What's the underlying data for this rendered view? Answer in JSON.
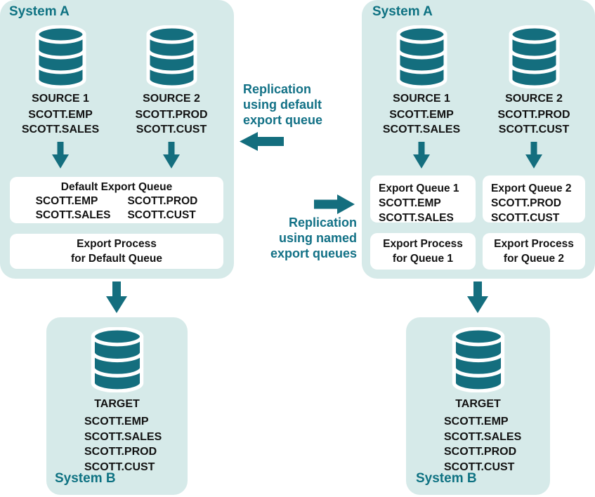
{
  "colors": {
    "panel_background": "#d6eae9",
    "shape_teal": "#146e7e",
    "heading_teal": "#0e7282",
    "caption_teal": "#127186",
    "body_text": "#121212",
    "box_background": "#ffffff"
  },
  "left_system_a": {
    "title": "System A",
    "sources": [
      {
        "label": "SOURCE 1",
        "tables": "SCOTT.EMP\nSCOTT.SALES"
      },
      {
        "label": "SOURCE 2",
        "tables": "SCOTT.PROD\nSCOTT.CUST"
      }
    ],
    "default_queue": {
      "title": "Default Export Queue",
      "col1": "SCOTT.EMP\nSCOTT.SALES",
      "col2": "SCOTT.PROD\nSCOTT.CUST"
    },
    "process": "Export Process\nfor Default Queue"
  },
  "left_system_b": {
    "title": "System B",
    "target_label": "TARGET",
    "tables": "SCOTT.EMP\nSCOTT.SALES\nSCOTT.PROD\nSCOTT.CUST"
  },
  "captions": {
    "default": "Replication\nusing default\nexport queue",
    "named": "Replication\nusing named\nexport queues"
  },
  "right_system_a": {
    "title": "System A",
    "sources": [
      {
        "label": "SOURCE 1",
        "tables": "SCOTT.EMP\nSCOTT.SALES"
      },
      {
        "label": "SOURCE 2",
        "tables": "SCOTT.PROD\nSCOTT.CUST"
      }
    ],
    "queue1": "Export Queue 1\nSCOTT.EMP\nSCOTT.SALES",
    "queue2": "Export Queue 2\nSCOTT.PROD\nSCOTT.CUST",
    "process1": "Export Process\nfor Queue 1",
    "process2": "Export Process\nfor Queue 2"
  },
  "right_system_b": {
    "title": "System B",
    "target_label": "TARGET",
    "tables": "SCOTT.EMP\nSCOTT.SALES\nSCOTT.PROD\nSCOTT.CUST"
  }
}
